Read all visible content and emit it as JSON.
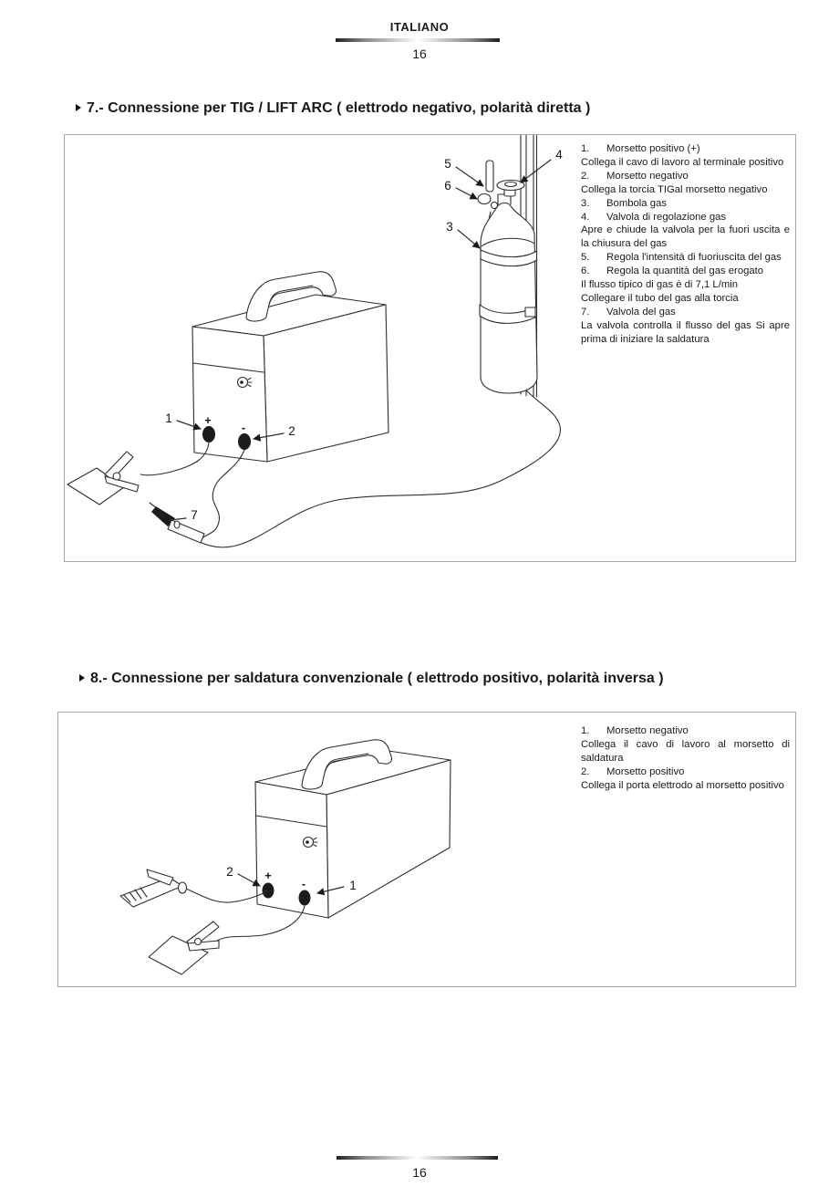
{
  "header": {
    "language": "ITALIANO",
    "page_number": "16"
  },
  "footer": {
    "page_number": "16"
  },
  "section7": {
    "title": "7.- Connessione per TIG / LIFT ARC ( elettrodo negativo, polarità diretta )",
    "notes": [
      {
        "num": "1.",
        "head": "Morsetto positivo (+)",
        "body": [
          "Collega il cavo di lavoro al terminale positivo"
        ]
      },
      {
        "num": "2.",
        "head": "Morsetto negativo",
        "body": [
          "Collega la torcia TIGal morsetto negativo"
        ]
      },
      {
        "num": "3.",
        "head": "Bombola gas",
        "body": []
      },
      {
        "num": "4.",
        "head": "Valvola di regolazione gas",
        "body": [
          "Apre e chiude la valvola per la fuori uscita e la chiusura del gas"
        ]
      },
      {
        "num": "5.",
        "head": "Regola l'intensità di fuoriuscita del gas",
        "body": []
      },
      {
        "num": "6.",
        "head": "Regola la quantità del gas erogato",
        "body": [
          "Il flusso tipico di gas è di 7,1 L/min",
          "Collegare il tubo del gas alla torcia"
        ]
      },
      {
        "num": "7.",
        "head": "Valvola del gas",
        "body": [
          "La valvola controlla il flusso del gas Si apre prima di iniziare la saldatura"
        ]
      }
    ],
    "diagram": {
      "callouts": {
        "c1": "1",
        "c2": "2",
        "c3": "3",
        "c4": "4",
        "c5": "5",
        "c6": "6",
        "c7": "7"
      },
      "terminal_plus": "+",
      "terminal_minus": "-"
    }
  },
  "section8": {
    "title": "8.- Connessione per saldatura convenzionale ( elettrodo positivo, polarità inversa )",
    "notes": [
      {
        "num": "1.",
        "head": "Morsetto negativo",
        "body": [
          "Collega il cavo di lavoro al morsetto di saldatura"
        ]
      },
      {
        "num": "2.",
        "head": "Morsetto positivo",
        "body": [
          "Collega il porta elettrodo al morsetto positivo"
        ]
      }
    ],
    "diagram": {
      "callouts": {
        "c1": "1",
        "c2": "2"
      },
      "terminal_plus": "+",
      "terminal_minus": "-"
    }
  }
}
